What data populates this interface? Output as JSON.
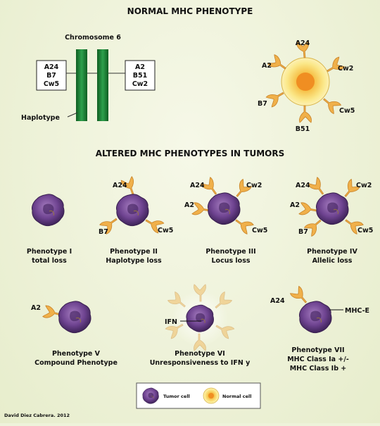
{
  "title": "NORMAL MHC  PHENOTYPE",
  "subtitle": "ALTERED MHC PHENOTYPES IN TUMORS",
  "chromosome": {
    "label": "Chromosome 6",
    "haplotype_label": "Haplotype",
    "left_alleles": [
      "A24",
      "B7",
      "Cw5"
    ],
    "right_alleles": [
      "A2",
      "B51",
      "Cw2"
    ]
  },
  "normal_cell": {
    "labels": [
      "A24",
      "A2",
      "Cw2",
      "B7",
      "Cw5",
      "B51"
    ]
  },
  "phenotypes": [
    {
      "title": "Phenotype I",
      "desc": "total loss",
      "labels": []
    },
    {
      "title": "Phenotype II",
      "desc": "Haplotype loss",
      "labels": [
        "A24",
        "B7",
        "Cw5"
      ]
    },
    {
      "title": "Phenotype III",
      "desc": "Locus loss",
      "labels": [
        "A24",
        "Cw2",
        "A2",
        "Cw5"
      ]
    },
    {
      "title": "Phenotype IV",
      "desc": "Allelic loss",
      "labels": [
        "A24",
        "Cw2",
        "A2",
        "B7",
        "Cw5"
      ]
    },
    {
      "title": "Phenotype V",
      "desc": "Compound Phenotype",
      "labels": [
        "A2"
      ]
    },
    {
      "title": "Phenotype VI",
      "desc": "Unresponsiveness to IFN y",
      "labels": [
        "IFN"
      ]
    },
    {
      "title": "Phenotype VII",
      "desc": "MHC Class Ia +/-",
      "desc2": "MHC Class Ib +",
      "labels": [
        "A24",
        "MHC-E"
      ]
    }
  ],
  "legend": {
    "tumor": "Tumor cell",
    "normal": "Normal cell"
  },
  "credit": "David Diez Cabrera. 2012",
  "colors": {
    "chromosome": "#1e8c3a",
    "mhc": "#f0b04a",
    "tumor": "#7a4c96",
    "normal": "#f6d862"
  }
}
